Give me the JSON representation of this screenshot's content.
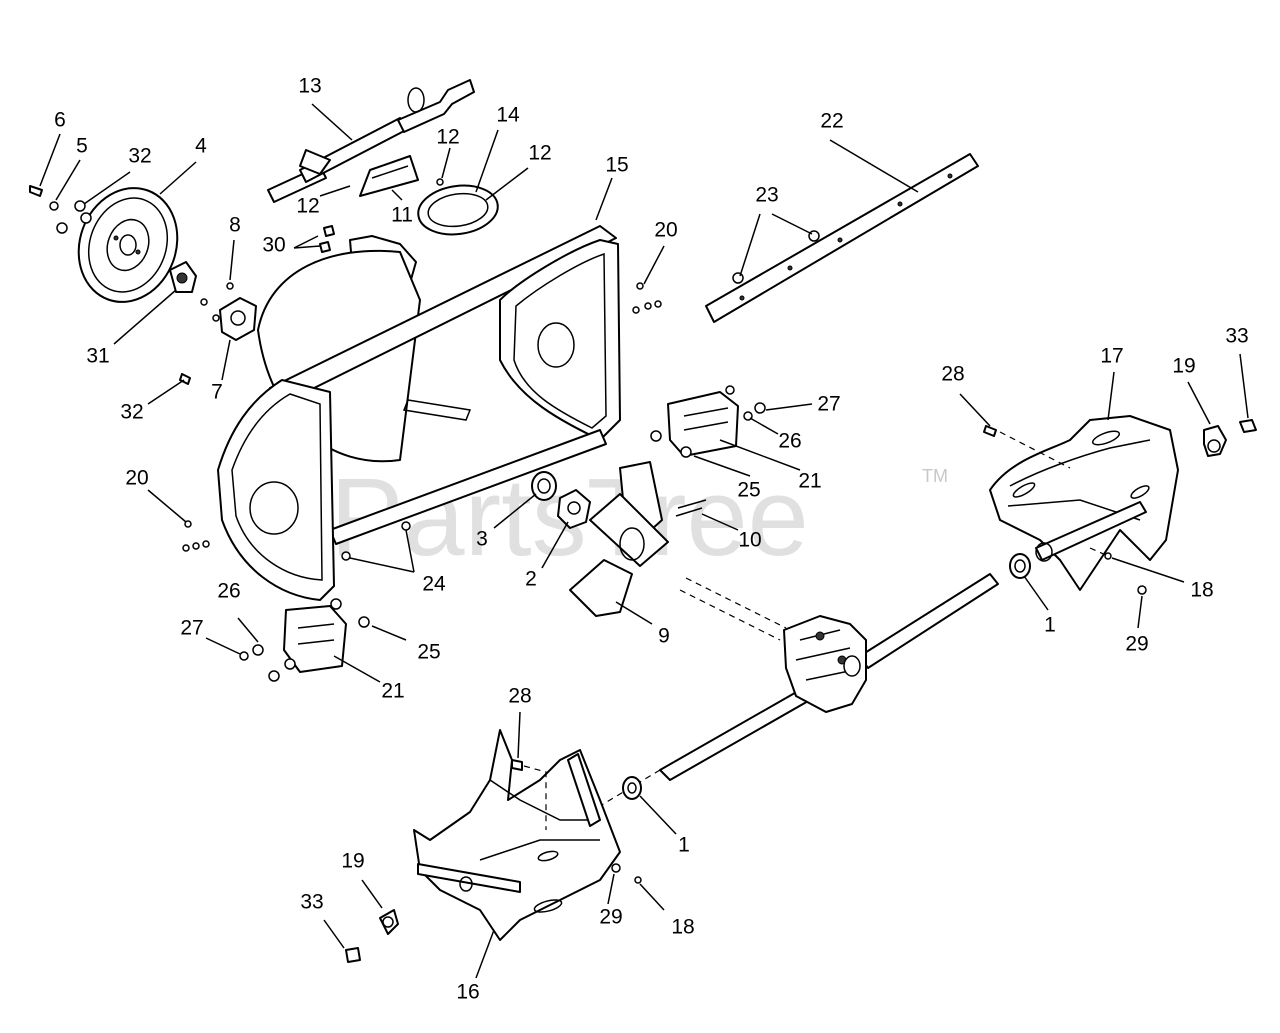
{
  "watermark": "PartsTree",
  "trademark": "TM",
  "callouts": [
    {
      "id": "c6",
      "text": "6"
    },
    {
      "id": "c5",
      "text": "5"
    },
    {
      "id": "c32a",
      "text": "32"
    },
    {
      "id": "c4",
      "text": "4"
    },
    {
      "id": "c13",
      "text": "13"
    },
    {
      "id": "c12a",
      "text": "12"
    },
    {
      "id": "c14",
      "text": "14"
    },
    {
      "id": "c12b",
      "text": "12"
    },
    {
      "id": "c15",
      "text": "15"
    },
    {
      "id": "c22",
      "text": "22"
    },
    {
      "id": "c12c",
      "text": "12"
    },
    {
      "id": "c11",
      "text": "11"
    },
    {
      "id": "c8",
      "text": "8"
    },
    {
      "id": "c30",
      "text": "30"
    },
    {
      "id": "c23",
      "text": "23"
    },
    {
      "id": "c20a",
      "text": "20"
    },
    {
      "id": "c31",
      "text": "31"
    },
    {
      "id": "c7",
      "text": "7"
    },
    {
      "id": "c32b",
      "text": "32"
    },
    {
      "id": "c33a",
      "text": "33"
    },
    {
      "id": "c17",
      "text": "17"
    },
    {
      "id": "c28a",
      "text": "28"
    },
    {
      "id": "c19a",
      "text": "19"
    },
    {
      "id": "c27a",
      "text": "27"
    },
    {
      "id": "c26a",
      "text": "26"
    },
    {
      "id": "c20b",
      "text": "20"
    },
    {
      "id": "c25a",
      "text": "25"
    },
    {
      "id": "c21a",
      "text": "21"
    },
    {
      "id": "c3",
      "text": "3"
    },
    {
      "id": "c10",
      "text": "10"
    },
    {
      "id": "c2",
      "text": "2"
    },
    {
      "id": "c24",
      "text": "24"
    },
    {
      "id": "c18a",
      "text": "18"
    },
    {
      "id": "c26b",
      "text": "26"
    },
    {
      "id": "c1a",
      "text": "1"
    },
    {
      "id": "c9",
      "text": "9"
    },
    {
      "id": "c29a",
      "text": "29"
    },
    {
      "id": "c27b",
      "text": "27"
    },
    {
      "id": "c25b",
      "text": "25"
    },
    {
      "id": "c21b",
      "text": "21"
    },
    {
      "id": "c28b",
      "text": "28"
    },
    {
      "id": "c1b",
      "text": "1"
    },
    {
      "id": "c19b",
      "text": "19"
    },
    {
      "id": "c33b",
      "text": "33"
    },
    {
      "id": "c29b",
      "text": "29"
    },
    {
      "id": "c18b",
      "text": "18"
    },
    {
      "id": "c16",
      "text": "16"
    }
  ]
}
